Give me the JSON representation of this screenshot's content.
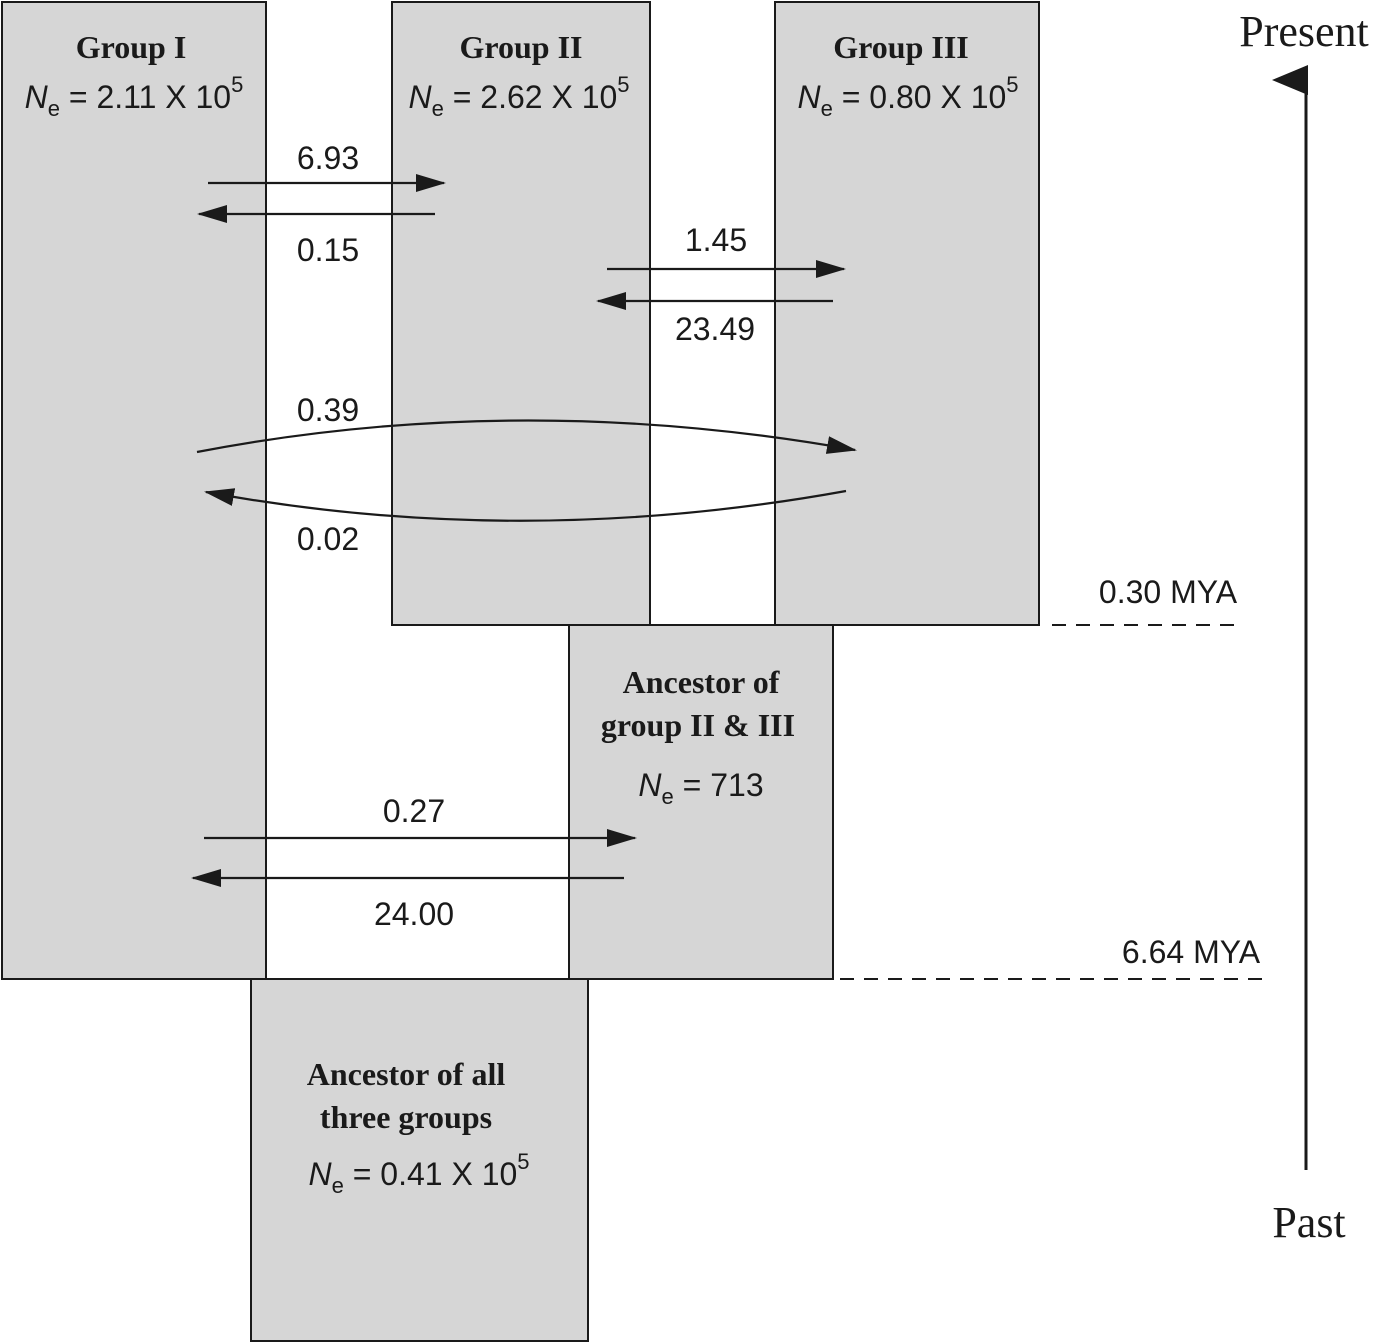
{
  "populations": {
    "group1": {
      "name": "Group I",
      "ne_symbol": "N",
      "ne_sub": "e",
      "ne_value": " = 2.11 X 10",
      "ne_exp": "5"
    },
    "group2": {
      "name": "Group II",
      "ne_symbol": "N",
      "ne_sub": "e",
      "ne_value": " = 2.62 X 10",
      "ne_exp": "5"
    },
    "group3": {
      "name": "Group III",
      "ne_symbol": "N",
      "ne_sub": "e",
      "ne_value": " = 0.80 X 10",
      "ne_exp": "5"
    },
    "ancestor23": {
      "name_line1": "Ancestor of",
      "name_line2": "group II & III",
      "ne_symbol": "N",
      "ne_sub": "e",
      "ne_value": " = 713"
    },
    "ancestor_all": {
      "name_line1": "Ancestor of all",
      "name_line2": "three groups",
      "ne_symbol": "N",
      "ne_sub": "e",
      "ne_value": " = 0.41 X 10",
      "ne_exp": "5"
    }
  },
  "migration": {
    "g1_to_g2": "6.93",
    "g2_to_g1": "0.15",
    "g2_to_g3": "1.45",
    "g3_to_g2": "23.49",
    "g1_to_g3": "0.39",
    "g3_to_g1": "0.02",
    "g1_to_anc23": "0.27",
    "anc23_to_g1": "24.00"
  },
  "time_markers": {
    "split_recent": "0.30 MYA",
    "split_old": "6.64 MYA"
  },
  "time_axis": {
    "top_label": "Present",
    "bottom_label": "Past"
  },
  "colors": {
    "box_fill": "#d6d6d6",
    "stroke": "#1a1a1a",
    "background": "#ffffff"
  }
}
